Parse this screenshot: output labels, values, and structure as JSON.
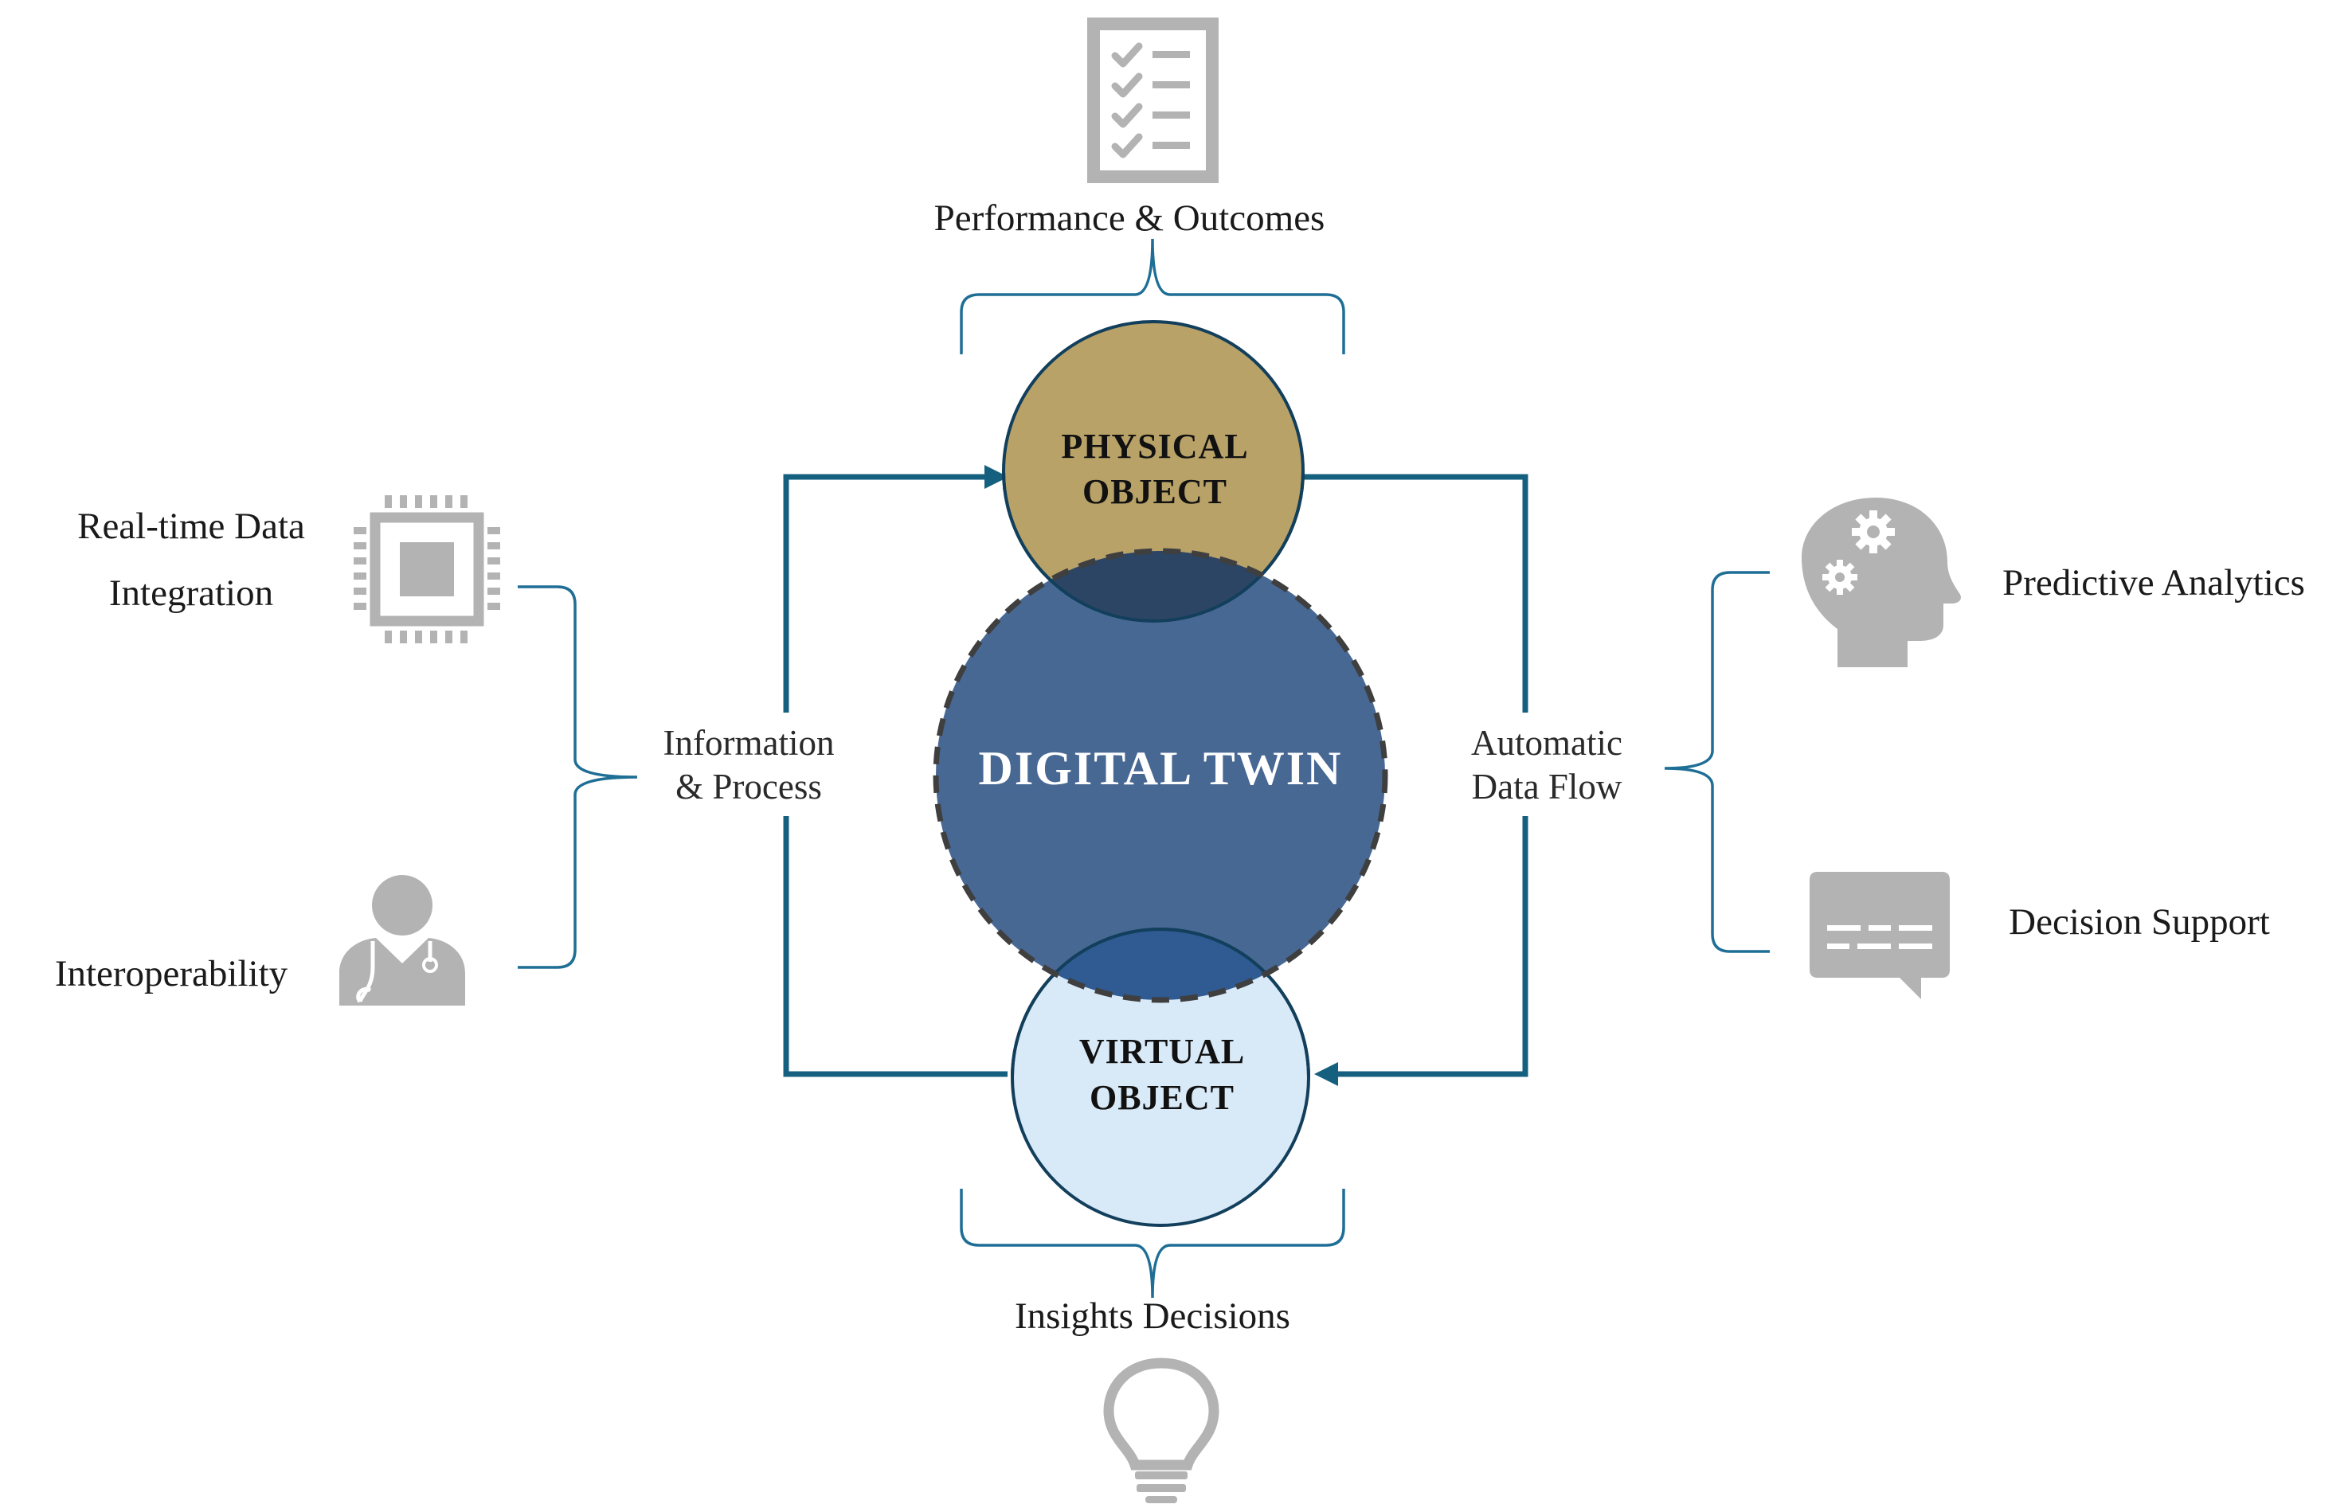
{
  "top": {
    "label": "Performance & Outcomes",
    "icon": "checklist-icon"
  },
  "bottom": {
    "label": "Insights Decisions",
    "icon": "lightbulb-icon"
  },
  "left": {
    "item1_line1": "Real-time Data",
    "item1_line2": "Integration",
    "item1_icon": "microchip-icon",
    "item2": "Interoperability",
    "item2_icon": "doctor-icon",
    "flow_line1": "Information",
    "flow_line2": "& Process"
  },
  "right": {
    "item1": "Predictive Analytics",
    "item1_icon": "head-gears-icon",
    "item2": "Decision Support",
    "item2_icon": "chat-bubble-icon",
    "flow_line1": "Automatic",
    "flow_line2": "Data Flow"
  },
  "center": {
    "physical_line1": "PHYSICAL",
    "physical_line2": "OBJECT",
    "digital_twin": "DIGITAL TWIN",
    "virtual_line1": "VIRTUAL",
    "virtual_line2": "OBJECT"
  },
  "colors": {
    "physical": "#b9a268",
    "digital_twin": "#486894",
    "overlap": "#2c4564",
    "virtual": "#d8e9f7",
    "virtual_overlap": "#2f5a92",
    "loop": "#15607f",
    "bracket": "#1f6e95",
    "icon": "#b3b3b3"
  }
}
